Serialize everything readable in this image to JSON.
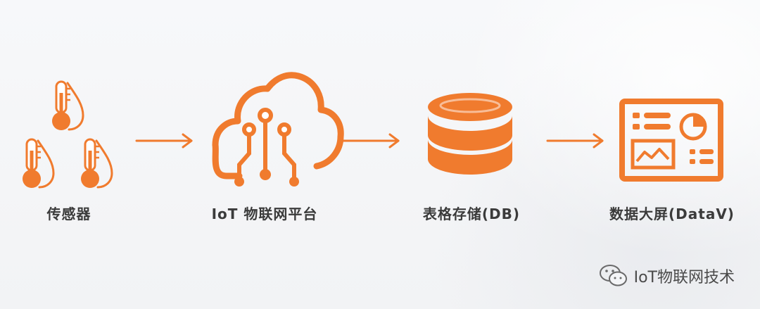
{
  "colors": {
    "accent": "#f07b2e",
    "text": "#3b3b3b"
  },
  "nodes": [
    {
      "id": "sensor",
      "label": "传感器",
      "icon": "thermometer-icon"
    },
    {
      "id": "iot",
      "label": "IoT 物联网平台",
      "icon": "cloud-circuit-icon"
    },
    {
      "id": "db",
      "label": "表格存储(DB)",
      "icon": "database-icon"
    },
    {
      "id": "datav",
      "label": "数据大屏(DataV)",
      "icon": "dashboard-icon"
    }
  ],
  "watermark": {
    "text": "IoT物联网技术",
    "icon": "wechat-icon"
  }
}
